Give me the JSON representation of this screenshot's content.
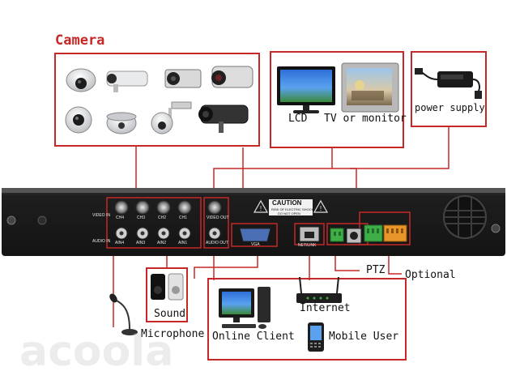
{
  "diagram": {
    "camera_title": "Camera",
    "lcd_label": "LCD",
    "tv_label": "TV or monitor",
    "power_label": "power supply",
    "caution_title": "CAUTION",
    "caution_sub_1": "RISK OF ELECTRIC SHOCK",
    "caution_sub_2": "DO NOT OPEN",
    "video_in_label": "VIDEO IN",
    "audio_in_label": "AUDIO IN",
    "video_out_label": "VIDEO OUT",
    "audio_out_label": "AUDIO OUT",
    "vga_label": "VGA",
    "network_label": "NET/LINK",
    "ch_labels": [
      "CH4",
      "CH3",
      "CH2",
      "CH1"
    ],
    "ain_labels": [
      "AIN4",
      "AIN3",
      "AIN2",
      "AIN1"
    ],
    "ptz_label": "PTZ",
    "optional_label": "Optional",
    "sound_label": "Sound",
    "microphone_label": "Microphone",
    "internet_label": "Internet",
    "online_client_label": "Online Client",
    "mobile_user_label": "Mobile User",
    "watermark": "acoola",
    "colors": {
      "frame_red": "#c62828",
      "panel_dark": "#1c1c1c",
      "connector_green": "#3fae49",
      "connector_orange": "#e8962a"
    }
  }
}
